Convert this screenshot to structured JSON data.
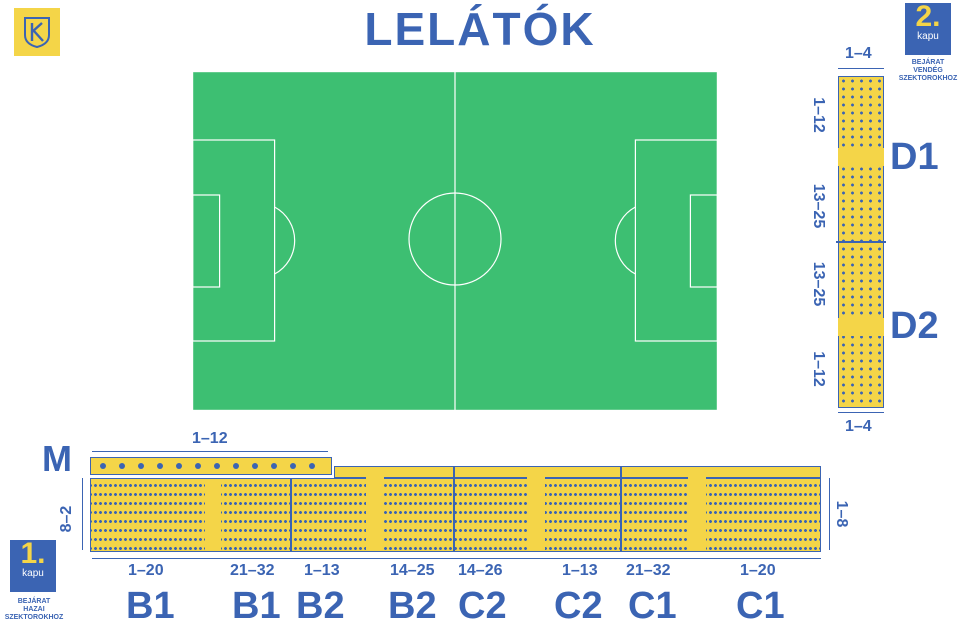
{
  "title": "LELÁTÓK",
  "colors": {
    "blue": "#3b64b3",
    "yellow": "#f4d548",
    "pitch": "#3dbf72"
  },
  "logo_icon": "club-crest-icon",
  "gates": {
    "gate1": {
      "number": "1.",
      "label": "kapu",
      "note_lines": [
        "BEJÁRAT",
        "HAZAI",
        "SZEKTOROKHOZ"
      ]
    },
    "gate2": {
      "number": "2.",
      "label": "kapu",
      "note_lines": [
        "BEJÁRAT",
        "VENDÉG",
        "SZEKTOROKHOZ"
      ]
    }
  },
  "sectors": {
    "M": {
      "name": "M",
      "seats": "1–12",
      "rows": "8–2"
    },
    "D1": {
      "name": "D1",
      "cols": "1–4",
      "rows_a": "1–12",
      "rows_b": "13–25"
    },
    "D2": {
      "name": "D2",
      "cols": "1–4",
      "rows_a": "13–25",
      "rows_b": "1–12"
    },
    "right_rows": "1–8",
    "bottom": [
      {
        "name": "B1",
        "range": "1–20"
      },
      {
        "name": "B1",
        "range": "21–32"
      },
      {
        "name": "B2",
        "range": "1–13"
      },
      {
        "name": "B2",
        "range": "14–25"
      },
      {
        "name": "C2",
        "range": "14–26"
      },
      {
        "name": "C2",
        "range": "1–13"
      },
      {
        "name": "C1",
        "range": "21–32"
      },
      {
        "name": "C1",
        "range": "1–20"
      }
    ]
  }
}
